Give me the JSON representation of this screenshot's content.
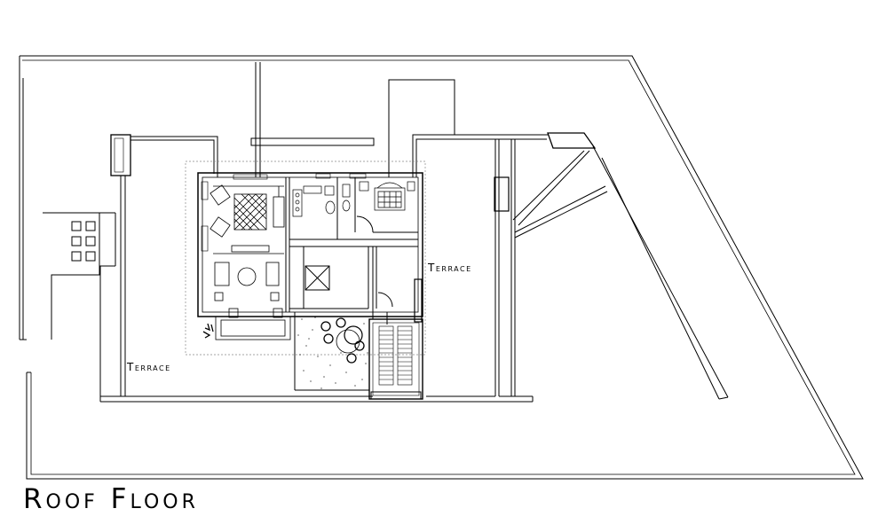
{
  "drawing": {
    "title": "Roof Floor",
    "labels": {
      "terrace_left": "Terrace",
      "terrace_right": "Terrace"
    }
  },
  "colors": {
    "line": "#000000",
    "background": "#ffffff",
    "dashed": "#888888"
  }
}
